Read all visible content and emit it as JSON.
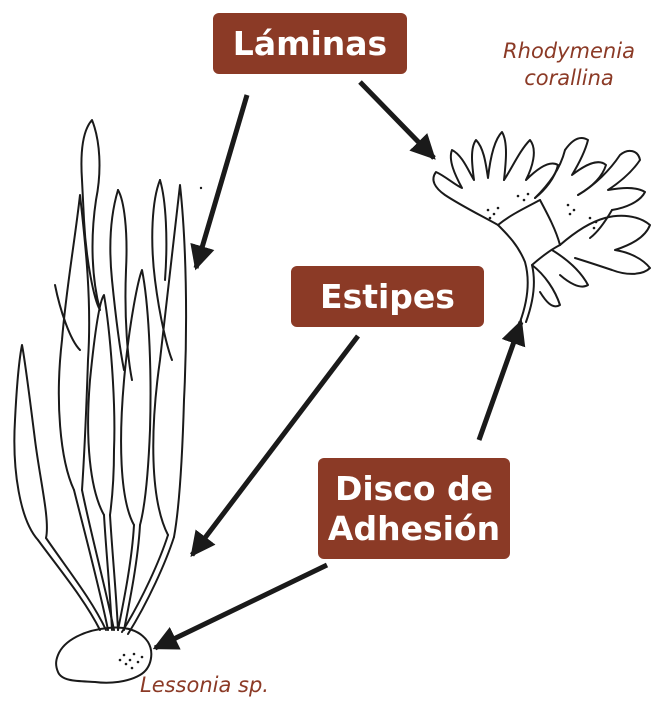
{
  "labels": {
    "laminas": "Láminas",
    "estipes": "Estipes",
    "disco_line1": "Disco de",
    "disco_line2": "Adhesión"
  },
  "species": {
    "rhodymenia_line1": "Rhodymenia",
    "rhodymenia_line2": "corallina",
    "lessonia": "Lessonia sp."
  },
  "colors": {
    "label_bg": "#8b3a26",
    "label_text": "#ffffff",
    "species_text": "#8b3a26",
    "line_art": "#1a1a1a"
  }
}
